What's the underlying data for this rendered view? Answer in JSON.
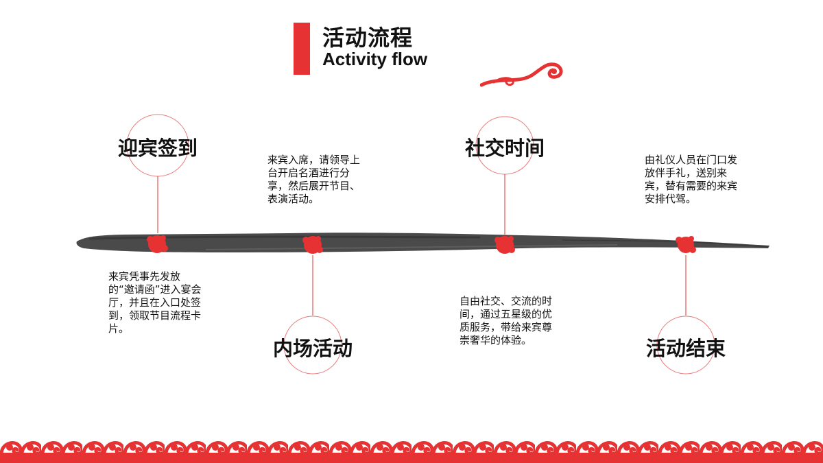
{
  "header": {
    "title_cn": "活动流程",
    "title_en": "Activity flow"
  },
  "steps": [
    {
      "title": "迎宾签到",
      "desc": "来宾凭事先发放的“邀请函”进入宴会厅，并且在入口处签到，领取节目流程卡片。"
    },
    {
      "title": "内场活动",
      "desc": "来宾入席，请领导上台开启名酒进行分享，然后展开节目、表演活动。"
    },
    {
      "title": "社交时间",
      "desc": "自由社交、交流的时间，通过五星级的优质服务，带给来宾尊崇奢华的体验。"
    },
    {
      "title": "活动结束",
      "desc": "由礼仪人员在门口发放伴手礼，送别来宾，替有需要的来宾安排代驾。"
    }
  ],
  "colors": {
    "accent": "#e63232",
    "ink": "#4a4a4a",
    "circle": "#e87a7a"
  },
  "icons": {
    "ornament": "auspicious-cloud-icon",
    "border": "cloud-wave-border"
  }
}
